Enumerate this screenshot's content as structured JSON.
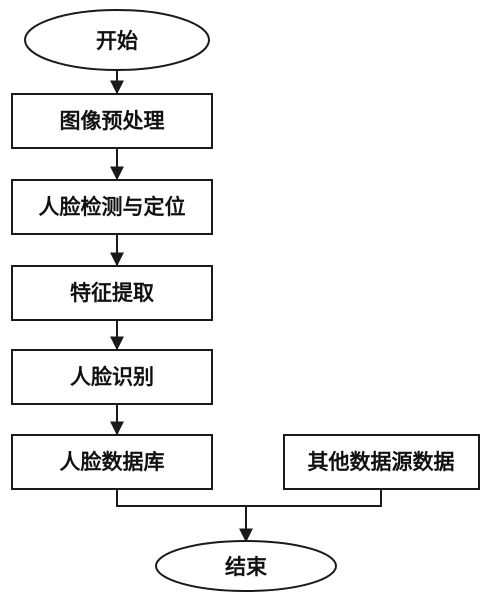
{
  "flowchart": {
    "start": "开始",
    "steps": {
      "preprocess": "图像预处理",
      "detect": "人脸检测与定位",
      "feature": "特征提取",
      "recognize": "人脸识别",
      "database": "人脸数据库",
      "other_source": "其他数据源数据"
    },
    "end": "结束"
  }
}
